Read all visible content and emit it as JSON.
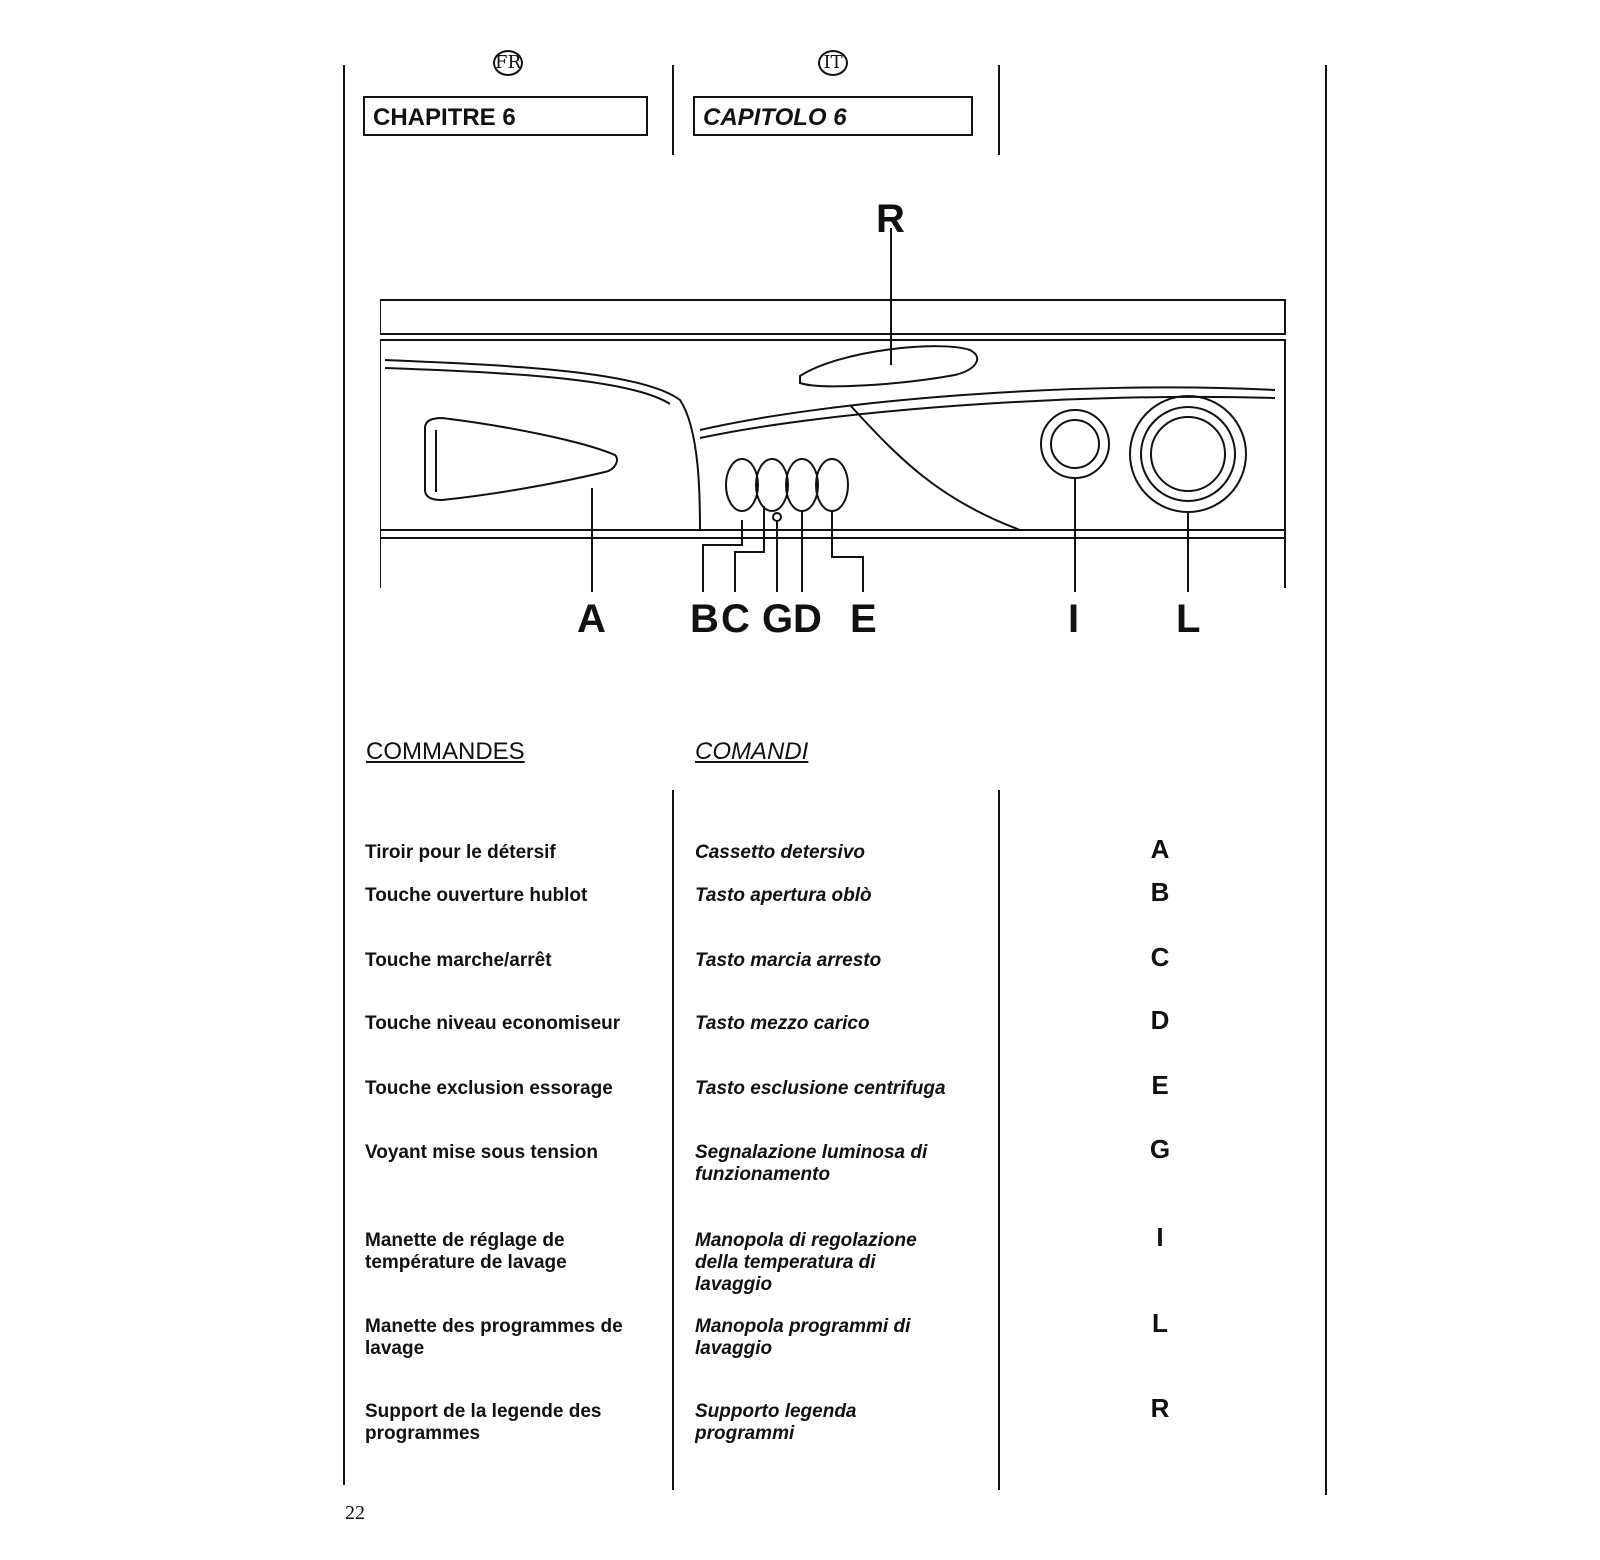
{
  "header": {
    "fr": {
      "lang_badge": "FR",
      "chapter": "CHAPITRE 6"
    },
    "it": {
      "lang_badge": "IT",
      "chapter": "CAPITOLO 6"
    }
  },
  "diagram": {
    "callouts": {
      "R": "R",
      "A": "A",
      "B": "B",
      "C": "C",
      "G": "G",
      "D": "D",
      "E": "E",
      "I": "I",
      "L": "L"
    }
  },
  "sections": {
    "fr_title": "COMMANDES",
    "it_title": "COMANDI"
  },
  "controls": [
    {
      "fr": "Tiroir pour le détersif",
      "it": "Cassetto detersivo",
      "letter": "A"
    },
    {
      "fr": "Touche ouverture hublot",
      "it": "Tasto apertura oblò",
      "letter": "B"
    },
    {
      "fr": "Touche marche/arrêt",
      "it": "Tasto marcia arresto",
      "letter": "C"
    },
    {
      "fr": "Touche niveau economiseur",
      "it": "Tasto mezzo carico",
      "letter": "D"
    },
    {
      "fr": "Touche exclusion essorage",
      "it": "Tasto esclusione centrifuga",
      "letter": "E"
    },
    {
      "fr": "Voyant mise sous tension",
      "it": "Segnalazione luminosa di funzionamento",
      "letter": "G"
    },
    {
      "fr": "Manette de réglage de température de lavage",
      "it": "Manopola di regolazione della temperatura di lavaggio",
      "letter": "I"
    },
    {
      "fr": "Manette des programmes de lavage",
      "it": "Manopola programmi di lavaggio",
      "letter": "L"
    },
    {
      "fr": "Support de la legende des programmes",
      "it": "Supporto legenda programmi",
      "letter": "R"
    }
  ],
  "footer": {
    "page_number": "22"
  }
}
